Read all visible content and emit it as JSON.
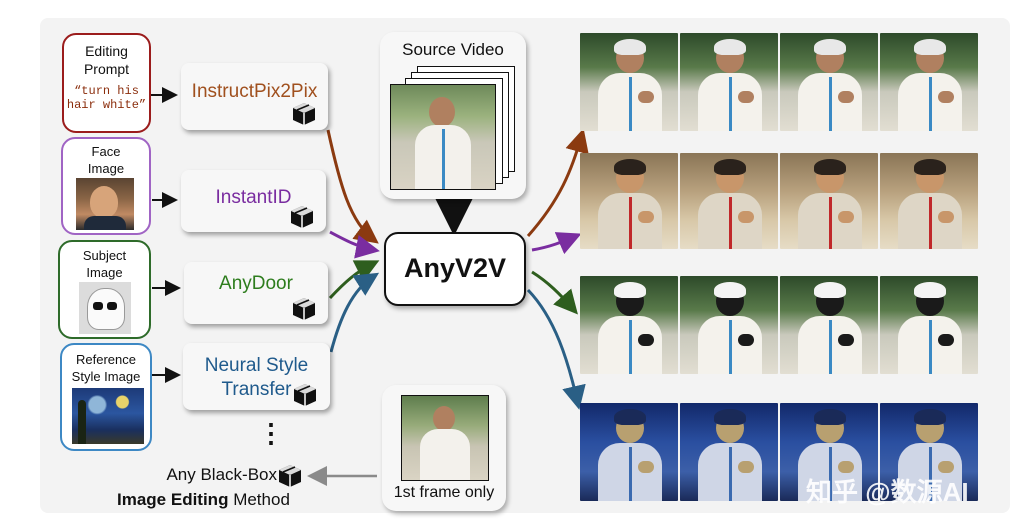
{
  "inputs": [
    {
      "label": "Editing\nPrompt",
      "prompt": "“turn his\nhair white”",
      "border": "#9b1c1c"
    },
    {
      "label": "Face\nImage",
      "border": "#a064c4"
    },
    {
      "label": "Subject\nImage",
      "border": "#2e6b2a"
    },
    {
      "label": "Reference\nStyle Image",
      "border": "#3d88c4"
    }
  ],
  "editors": [
    {
      "label": "InstructPix2Pix",
      "color": "#a0501e"
    },
    {
      "label": "InstantID",
      "color": "#7a2da0"
    },
    {
      "label": "AnyDoor",
      "color": "#2e7d1e"
    },
    {
      "label": "Neural Style\nTransfer",
      "color": "#1f5a8c"
    }
  ],
  "center": {
    "label": "AnyV2V"
  },
  "source": {
    "label": "Source Video"
  },
  "first_frame": {
    "label": "1st frame only"
  },
  "blackbox": {
    "line1": "Any Black-Box",
    "line2_bold": "Image Editing",
    "line2_rest": " Method"
  },
  "ellipsis": "⋮",
  "watermark": "知乎 @数源AI",
  "colors": {
    "instruct": "#8b3a10",
    "instantid": "#7a2da0",
    "anydoor": "#2e5e1e",
    "style": "#2a5f85",
    "gray": "#8a8a8a"
  }
}
